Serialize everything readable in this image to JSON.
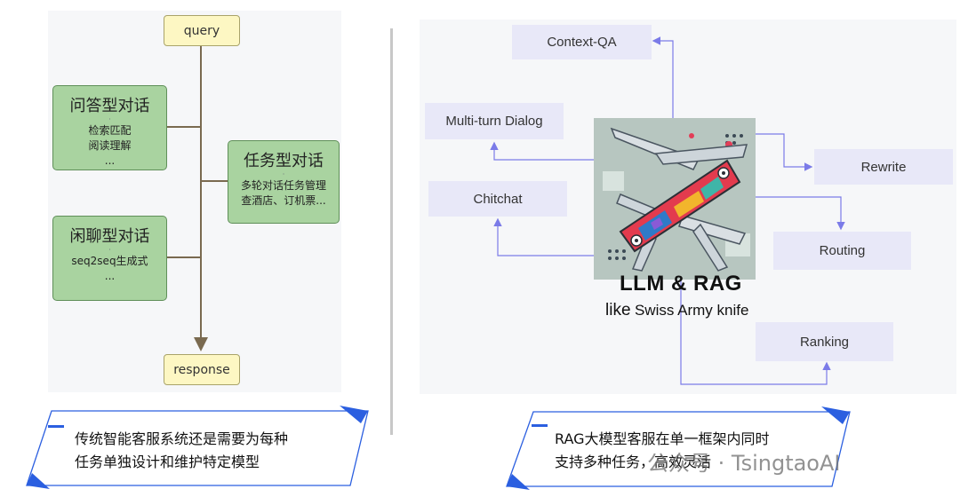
{
  "left": {
    "query": "query",
    "response": "response",
    "qa": {
      "title": "问答型对话",
      "dot": "·",
      "lines": [
        "检索匹配",
        "阅读理解",
        "..."
      ]
    },
    "task": {
      "title": "任务型对话",
      "dot": "·",
      "lines": [
        "多轮对话任务管理",
        "查酒店、订机票..."
      ]
    },
    "chat": {
      "title": "闲聊型对话",
      "dot": "·",
      "lines": [
        "seq2seq生成式",
        "..."
      ]
    },
    "callout": [
      "传统智能客服系统还是需要为每种",
      "任务单独设计和维护特定模型"
    ]
  },
  "right": {
    "boxes": {
      "context_qa": "Context-QA",
      "multi_turn": "Multi-turn Dialog",
      "chitchat": "Chitchat",
      "rewrite": "Rewrite",
      "routing": "Routing",
      "ranking": "Ranking"
    },
    "title": "LLM & RAG",
    "subtitle_like": "like",
    "subtitle_rest": "Swiss Army knife",
    "callout": [
      "RAG大模型客服在单一框架内同时",
      "支持多种任务，高效灵活"
    ]
  },
  "watermark": "公众号 · TsingtaoAI",
  "colors": {
    "accent_blue": "#2b5fe0",
    "arrow_purple": "#7b7be8",
    "flow_line": "#7a6a50",
    "node_green": "#a9d3a0",
    "node_yellow": "#fdf7c3"
  }
}
